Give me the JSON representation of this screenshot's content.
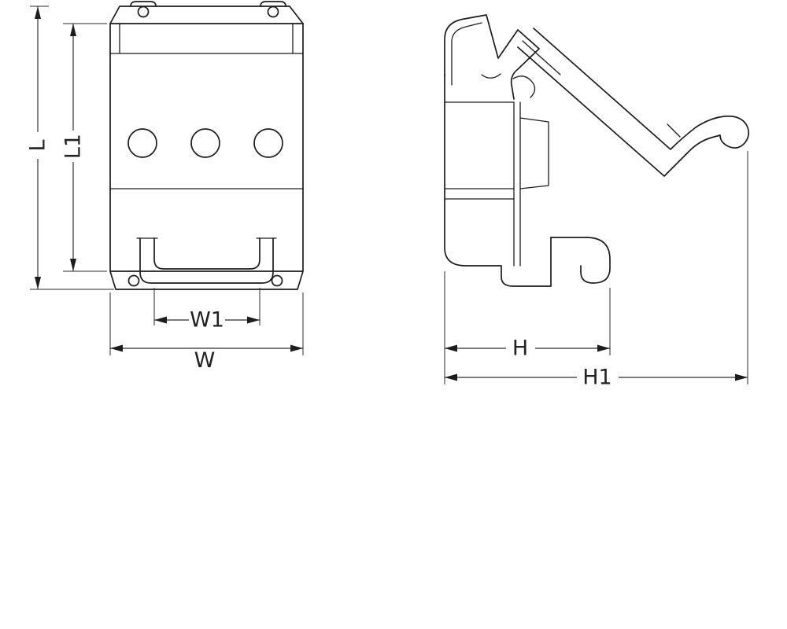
{
  "dimensions": {
    "L": {
      "label": "L"
    },
    "L1": {
      "label": "L1"
    },
    "W1": {
      "label": "W1"
    },
    "W": {
      "label": "W"
    },
    "H": {
      "label": "H"
    },
    "H1": {
      "label": "H1"
    }
  },
  "colors": {
    "line": "#1c1c1c",
    "background": "#ffffff",
    "text": "#222222"
  }
}
